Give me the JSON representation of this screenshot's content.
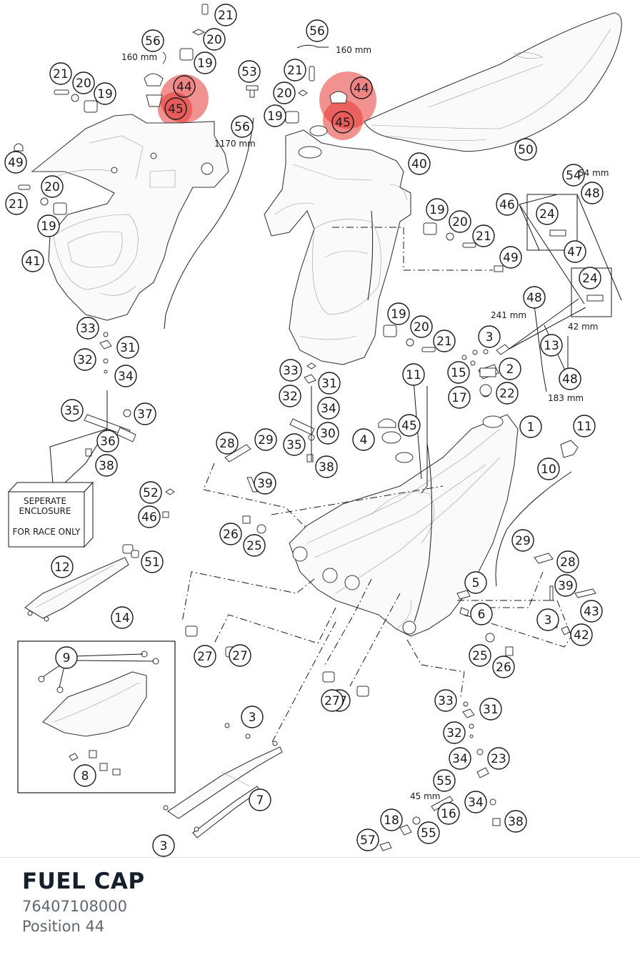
{
  "part": {
    "title": "FUEL CAP",
    "number": "76407108000",
    "position": "Position 44"
  },
  "highlight_color": "#e53935",
  "highlighted_callouts": [
    "44",
    "45"
  ],
  "callouts": [
    "21",
    "20",
    "19",
    "56",
    "44",
    "45",
    "53",
    "21",
    "20",
    "19",
    "56",
    "44",
    "45",
    "21",
    "20",
    "19",
    "49",
    "20",
    "21",
    "19",
    "41",
    "56",
    "40",
    "50",
    "19",
    "20",
    "21",
    "49",
    "46",
    "54",
    "48",
    "24",
    "47",
    "24",
    "48",
    "13",
    "48",
    "19",
    "20",
    "21",
    "3",
    "15",
    "2",
    "17",
    "22",
    "33",
    "31",
    "32",
    "34",
    "35",
    "37",
    "36",
    "38",
    "11",
    "33",
    "31",
    "32",
    "34",
    "30",
    "35",
    "38",
    "28",
    "29",
    "39",
    "4",
    "45",
    "1",
    "11",
    "10",
    "52",
    "46",
    "51",
    "12",
    "26",
    "25",
    "29",
    "28",
    "39",
    "5",
    "6",
    "43",
    "3",
    "42",
    "14",
    "9",
    "27",
    "27",
    "25",
    "26",
    "27",
    "27",
    "33",
    "31",
    "32",
    "34",
    "23",
    "3",
    "7",
    "8",
    "55",
    "16",
    "34",
    "38",
    "3",
    "18",
    "55",
    "57"
  ],
  "dimensions": {
    "d160a": "160 mm",
    "d160b": "160 mm",
    "d1170": "1170 mm",
    "d54": "54 mm",
    "d241": "241 mm",
    "d42": "42 mm",
    "d183": "183 mm",
    "d45": "45 mm"
  },
  "enclosure": {
    "line1": "SEPERATE",
    "line2": "ENCLOSURE",
    "line3": "FOR RACE ONLY"
  }
}
